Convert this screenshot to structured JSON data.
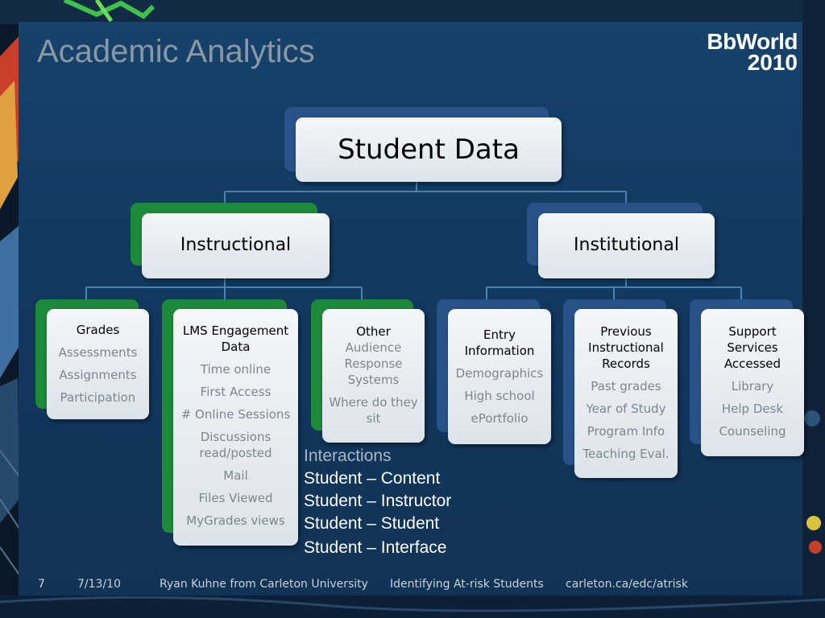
{
  "slide": {
    "title": "Academic Analytics",
    "logo": {
      "line1": "BbWorld",
      "line2": "2010"
    }
  },
  "diagram": {
    "root": "Student Data",
    "branches": [
      {
        "label": "Instructional",
        "children": [
          {
            "title": "Grades",
            "items": [
              "Assessments",
              "Assignments",
              "Participation"
            ]
          },
          {
            "title": "LMS Engagement Data",
            "items": [
              "Time online",
              "First Access",
              "# Online Sessions",
              "Discussions read/posted",
              "Mail",
              "Files Viewed",
              "MyGrades views"
            ]
          },
          {
            "title": "Other",
            "items": [
              "Audience Response Systems",
              "Where do they sit"
            ]
          }
        ]
      },
      {
        "label": "Institutional",
        "children": [
          {
            "title": "Entry Information",
            "items": [
              "Demographics",
              "High school",
              "ePortfolio"
            ]
          },
          {
            "title": "Previous Instructional Records",
            "items": [
              "Past grades",
              "Year of Study",
              "Program Info",
              "Teaching Eval."
            ]
          },
          {
            "title": "Support Services Accessed",
            "items": [
              "Library",
              "Help Desk",
              "Counseling"
            ]
          }
        ]
      }
    ]
  },
  "interactions": {
    "heading": "Interactions",
    "lines": [
      "Student – Content",
      "Student – Instructor",
      "Student – Student",
      "Student – Interface"
    ]
  },
  "footer": {
    "page": "7",
    "date": "7/13/10",
    "author": "Ryan Kuhne from Carleton University",
    "topic": "Identifying At-risk Students",
    "url": "carleton.ca/edc/atrisk"
  },
  "colors": {
    "panel": "#14406a",
    "instructional_accent": "#1c8a38",
    "institutional_accent": "#27528a",
    "box": "#e6ebf0"
  }
}
